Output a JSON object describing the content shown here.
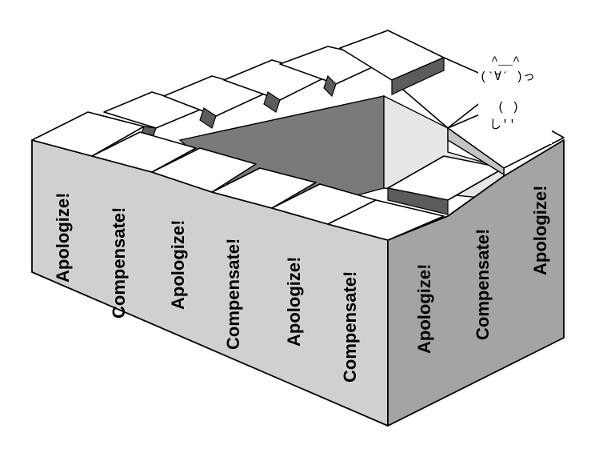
{
  "labels": {
    "front": [
      "Apologize!",
      "Compensate!",
      "Apologize!",
      "Compensate!",
      "Apologize!",
      "Compensate!"
    ],
    "side": [
      "Apologize!",
      "Compensate!",
      "Apologize!"
    ]
  },
  "ascii_art": {
    "line1": "^__^",
    "line2": "(`∀´ )っ",
    "line3": "(   )",
    "line4": "し''"
  },
  "colors": {
    "step_top": "#ffffff",
    "front_wall": "#d0d0d0",
    "side_wall": "#a4a4a4",
    "riser": "#5c5c5c"
  }
}
